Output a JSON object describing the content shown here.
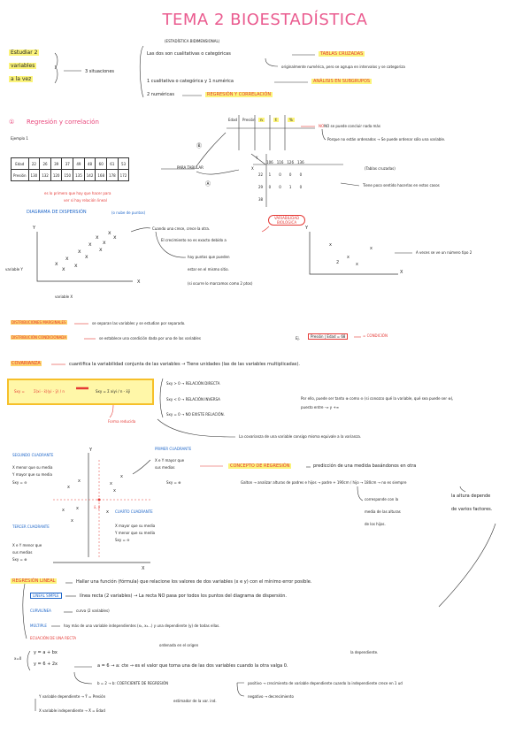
{
  "title": "TEMA 2 BIOESTADÍSTICA",
  "intro": {
    "left_line1": "Estudiar 2",
    "left_line2": "variables",
    "left_line3": "a la vez",
    "situations": "3 situaciones",
    "bidim_label": "(ESTADÍSTICA BIDIMENSIONAL)",
    "item1_a": "Las dos son cualitativas o categóricas",
    "item1_b": "TABLAS CRUZADAS",
    "item1_c": "originalmente numérica, pero se agrupa en intervalos y se categoriza",
    "item2_a": "1 cualitativa o categórica y 1 numérica",
    "item2_b": "ANÁLISIS EN SUBGRUPOS",
    "item3_a": "2 numéricas",
    "item3_b": "REGRESIÓN Y CORRELACIÓN"
  },
  "section1": {
    "number": "①",
    "title": "Regresión y correlación",
    "example": "Ejemplo 1",
    "table_rows": [
      {
        "label": "Edad",
        "values": [
          "22",
          "26",
          "39",
          "37",
          "49",
          "48",
          "60",
          "61",
          "53"
        ]
      },
      {
        "label": "Presión",
        "values": [
          "130",
          "132",
          "120",
          "150",
          "135",
          "142",
          "168",
          "178",
          "172"
        ]
      }
    ],
    "table_note1": "es lo primero que hay que hacer para",
    "table_note2": "ver si hay relación lineal",
    "to_table": "PARA TABULAR",
    "circle_b": "Ⓑ",
    "circle_a": "Ⓐ",
    "tab_headers": [
      "Edad",
      "Presión",
      "nᵢ",
      "fᵢ",
      "%"
    ],
    "no_note": "NO se puede concluir nada más",
    "why_note": "Porque no están ordenados → Se puede ordenar sólo una variable.",
    "bi_header": [
      "106",
      "116",
      "126",
      "136"
    ],
    "bi_rows": [
      [
        "22",
        "1",
        "0",
        "0",
        "0"
      ],
      [
        "29",
        "0",
        "0",
        "1",
        "0"
      ],
      [
        "38",
        "",
        "",
        "",
        ""
      ]
    ],
    "tablas_cruzadas": "(Tablas cruzadas)",
    "tiene_poco": "Tiene poco sentido hacerlas en estos casos"
  },
  "dispersion": {
    "title": "DIAGRAMA DE DISPERSIÓN",
    "subtitle": "(o nube de puntos)",
    "y_axis": "Y",
    "x_axis": "X",
    "var_y": "variable Y",
    "var_x": "variable X",
    "note1": "Cuando una crece, crece la otra.",
    "note2": "El crecimiento no es exacto debido a",
    "note3": "hay puntos que pueden",
    "note4": "estar en el mismo sitio.",
    "note5": "(si ocurre lo marcamos como 2 ptos)",
    "var_bio": "VARIABILIDAD BIOLÓGICA",
    "right_y": "Y",
    "right_x": "X",
    "right_note": "A veces se ve un número tipo 2"
  },
  "marginal": {
    "dist_marg": "DISTRIBUCIONES MARGINALES",
    "dist_marg_text": "se separan las variables y se estudian por separado.",
    "dist_cond": "DISTRIBUCIÓN CONDICIONADA",
    "dist_cond_text": "se establece una condición dada por una de las variables",
    "dist_cond_eg": "Ej.",
    "cond_box": "Presión | Edad = 68",
    "cond_result": "= CONDICIÓN"
  },
  "covarianza": {
    "label": "COVARIANZA",
    "text": "cuantifica la variabilidad conjunta de las variables → Tiene unidades (las de las variables multiplicadas).",
    "formula_lhs": "Sxy =",
    "formula_frac": "Σ(xi - x̄)(yi - ȳ) / n",
    "formula_rhs": "Sxy = Σ xiyi / n - x̄ȳ",
    "formula_note": "Forma reducida",
    "case1": "Sxy > 0 → RELACIÓN DIRECTA",
    "case2": "Sxy < 0 → RELACIÓN INVERSA",
    "case3": "Sxy = 0 → NO EXISTE RELACIÓN.",
    "side_note1": "Por ello, puede ser tanto ⊕ como ⊖ (si conozco qué la variable, qué sea puede ser ⊕),",
    "side_note2": "puesto entre -∞ y +∞",
    "conclusion": "La covarianza de una variable consigo misma equivale a la varianza."
  },
  "quadrants": {
    "q2_title": "SEGUNDO CUADRANTE",
    "q2_text1": "X menor que su media",
    "q2_text2": "Y mayor que su media",
    "q2_text3": "Sxy = ⊖",
    "q1_title": "PRIMER CUADRANTE",
    "q1_text1": "X e Y mayor que",
    "q1_text2": "sus medias",
    "q1_text3": "Sxy = ⊕",
    "q3_title": "TERCER CUADRANTE",
    "q3_text1": "X e Y menor que",
    "q3_text2": "sus medias",
    "q3_text3": "Sxy = ⊕",
    "q4_title": "CUARTO CUADRANTE",
    "q4_text1": "X mayor que su media",
    "q4_text2": "Y menor que su media",
    "q4_text3": "Sxy = ⊖",
    "center": "x̄, ȳ",
    "axis_y": "Y",
    "axis_x": "X"
  },
  "regresion_concept": {
    "label": "CONCEPTO DE REGRESIÓN",
    "text": "predicción de una medida basándonos en otra",
    "galton": "Galton → analizar alturas de padres e hijos → padre + 190cm / hijo → 180cm → no es siempre",
    "corresponde": "corresponde con la",
    "media": "media de las alturas",
    "de_hijos": "de los hijos.",
    "depende": "la altura depende",
    "factores": "de varios factores."
  },
  "regresion_lineal": {
    "label": "REGRESIÓN LINEAL",
    "text": "Hallar una función (fórmula) que relacione los valores de dos variables (x e y) con el mínimo error posible.",
    "simple_label": "LINEAL SIMPLE",
    "simple_text": "línea recta (2 variables) → La recta NO pasa por todos los puntos del diagrama de dispersión.",
    "curvi": "CURVILÍNEA",
    "curvi_text": "curva (2 variables)",
    "multi": "MÚLTIPLE",
    "multi_text": "hay más de una variable independientes (x₁, x₂...) y una dependiente (y) de todas ellas.",
    "ecuacion": "ECUACIÓN DE UNA RECTA",
    "eq1": "y = a + bx",
    "eq2": "y = 6 + 2x",
    "x0": "x=0",
    "ordenada": "ordenada en el origen",
    "dependiente": "la dependiente.",
    "a_line": "a = 6 → a: cte → es el valor que toma una de las dos variables cuando la otra valga 0.",
    "b_line_a": "b = 2 → b: COEFICIENTE DE REGRESIÓN",
    "b_pos": "positivo → crecimiento de variable dependiente cuando la independiente crece en 1 ud",
    "b_neg": "negativo → decrecimiento",
    "estimador": "estimador de la var. ind.",
    "dep_line": "Y variable dependiente → Ŷ = Presión",
    "ind_line": "X variable independiente → X̂ = Edad"
  }
}
